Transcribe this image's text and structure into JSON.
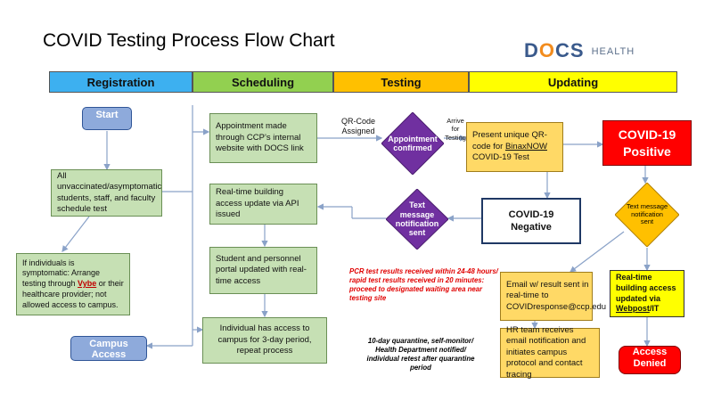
{
  "title": "COVID Testing Process Flow Chart",
  "logo": {
    "prefix": "D",
    "o": "O",
    "suffix": "CS",
    "sub": "HEALTH"
  },
  "colors": {
    "registration": "#3db0f0",
    "scheduling": "#92d050",
    "testing": "#ffc000",
    "updating": "#ffff00",
    "diamond_purple": "#7030a0",
    "diamond_yellow": "#ffc000",
    "red": "#ff0000"
  },
  "headers": [
    "Registration",
    "Scheduling",
    "Testing",
    "Updating"
  ],
  "nodes": {
    "start": "Start",
    "schedule_test": "All unvaccinated/asymptomatic students, staff, and faculty schedule test",
    "symptomatic_1": "If individuals is symptomatic: Arrange testing through ",
    "symptomatic_vybe": "Vybe",
    "symptomatic_2": " or their healthcare provider; not allowed access to campus.",
    "campus_access": "Campus Access",
    "appointment_made": "Appointment made through CCP’s internal website with DOCS link",
    "building_access_api": "Real-time building access update via API issued",
    "portal_updated": "Student and personnel portal updated with real-time access",
    "individual_access": "Individual has access to campus for 3-day period, repeat process",
    "appointment_confirmed": "Appointment confirmed",
    "text_notification": "Text message notification sent",
    "present_qr_1": "Present unique QR-code for ",
    "present_qr_binax": "BinaxNOW",
    "present_qr_2": " COVID-19 Test",
    "covid_negative": "COVID-19 Negative",
    "covid_positive": "COVID-19 Positive",
    "text_notification_yellow": "Text message notification sent",
    "email_result": "Email w/ result sent in real-time to COVIDresponse@ccp.edu",
    "realtime_webpost_1": "Real-time building access updated via ",
    "realtime_webpost_2": "Webpost",
    "realtime_webpost_3": "/IT",
    "hr_team": "HR team receives email notification and initiates campus protocol and contact tracing",
    "access_denied": "Access Denied"
  },
  "labels": {
    "qr_assigned": "QR-Code Assigned",
    "arrive_testing": "Arrive for Testing"
  },
  "notes": {
    "pcr": "PCR test results received within 24-48 hours/ rapid test results received in 20 minutes: proceed to designated waiting area near testing site",
    "quarantine": "10-day quarantine, self-monitor/ Health Department notified/ individual retest after quarantine period"
  }
}
